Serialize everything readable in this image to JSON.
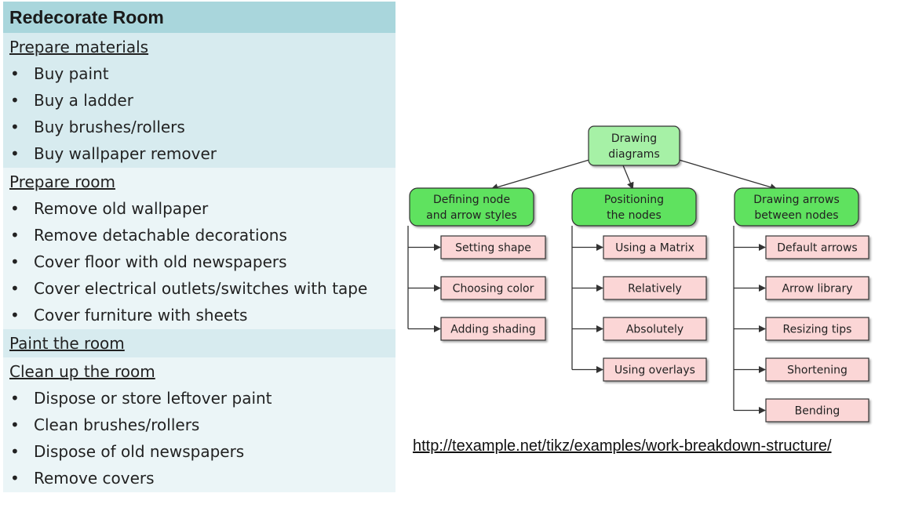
{
  "task_list": {
    "title": "Redecorate Room",
    "sections": [
      {
        "heading": "Prepare materials",
        "items": [
          "Buy paint",
          "Buy a ladder",
          "Buy brushes/rollers",
          "Buy wallpaper remover"
        ]
      },
      {
        "heading": "Prepare room",
        "items": [
          "Remove old wallpaper",
          "Remove detachable decorations",
          "Cover floor with old newspapers",
          "Cover electrical outlets/switches with tape",
          "Cover furniture with sheets"
        ]
      },
      {
        "heading": "Paint the room",
        "items": []
      },
      {
        "heading": "Clean up the room",
        "items": [
          "Dispose or store leftover paint",
          "Clean brushes/rollers",
          "Dispose of old newspapers",
          "Remove covers"
        ]
      }
    ]
  },
  "diagram": {
    "root": {
      "lines": [
        "Drawing",
        "diagrams"
      ]
    },
    "branches": [
      {
        "lines": [
          "Defining node",
          "and arrow styles"
        ],
        "children": [
          "Setting shape",
          "Choosing color",
          "Adding shading"
        ]
      },
      {
        "lines": [
          "Positioning",
          "the nodes"
        ],
        "children": [
          "Using a Matrix",
          "Relatively",
          "Absolutely",
          "Using overlays"
        ]
      },
      {
        "lines": [
          "Drawing arrows",
          "between nodes"
        ],
        "children": [
          "Default arrows",
          "Arrow library",
          "Resizing tips",
          "Shortening",
          "Bending"
        ]
      }
    ],
    "colors": {
      "root_fill": "#a6f1a6",
      "branch_fill": "#5ee25e",
      "leaf_fill": "#fbd6d6",
      "stroke": "#333333"
    }
  },
  "source_link": "http://texample.net/tikz/examples/work-breakdown-structure/"
}
